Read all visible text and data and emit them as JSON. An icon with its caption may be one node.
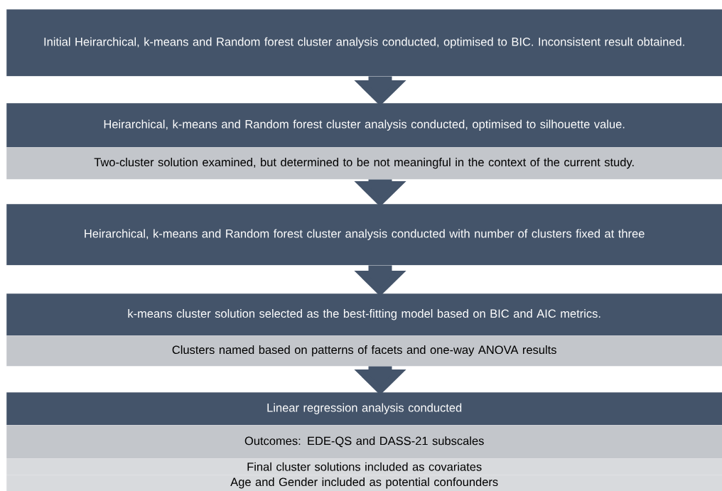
{
  "diagram": {
    "nodes": [
      {
        "text": [
          "Initial Heirarchical, k-means and Random forest cluster analysis conducted, optimised to BIC. Inconsistent result obtained."
        ]
      },
      {
        "text": [
          "Heirarchical, k-means and Random forest cluster analysis conducted, optimised to silhouette value."
        ]
      },
      {
        "text": [
          "Two-cluster solution examined, but determined to be not meaningful in the context of the current study."
        ]
      },
      {
        "text": [
          "Heirarchical, k-means and Random forest cluster analysis conducted with number of clusters fixed at three"
        ]
      },
      {
        "text": [
          "k-means cluster solution selected as the best-fitting model based on BIC and AIC metrics."
        ]
      },
      {
        "text": [
          "Clusters named based on patterns of facets and one-way ANOVA results"
        ]
      },
      {
        "text": [
          "Linear regression analysis conducted"
        ]
      },
      {
        "text": [
          "Outcomes: EDE-QS and DASS-21 subscales"
        ]
      },
      {
        "text": [
          "Final cluster solutions included as covariates"
        ]
      },
      {
        "text": [
          "Age and Gender included as potential confounders"
        ]
      }
    ],
    "edges": [
      {
        "from": 0,
        "to": 1,
        "arrow": "to"
      },
      {
        "from": 2,
        "to": 3,
        "arrow": "to"
      },
      {
        "from": 3,
        "to": 4,
        "arrow": "to"
      },
      {
        "from": 5,
        "to": 6,
        "arrow": "to"
      }
    ]
  }
}
